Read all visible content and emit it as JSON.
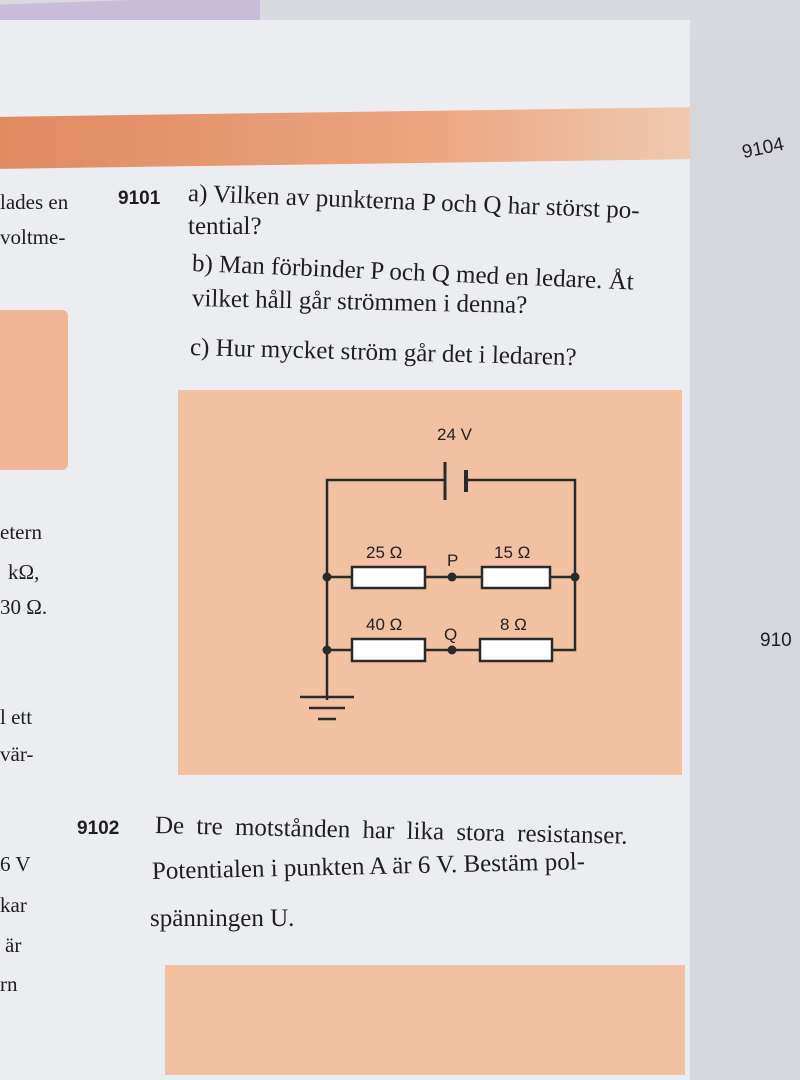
{
  "left_margin": [
    "lades en",
    "voltme-",
    "etern",
    "kΩ,",
    "30 Ω.",
    "l ett",
    "vär-",
    "6 V",
    "kar",
    "är",
    "rn"
  ],
  "right_margin": {
    "label_top": "9104",
    "label_mid": "910"
  },
  "problem_9101": {
    "number": "9101",
    "a_line1": "a) Vilken av punkterna P och Q har störst po-",
    "a_line2": "tential?",
    "b_line1": "b) Man förbinder P och Q med en ledare. Åt",
    "b_line2": "vilket håll går strömmen i denna?",
    "c_line1": "c) Hur mycket ström går det i ledaren?"
  },
  "circuit": {
    "voltage": "24 V",
    "r1": "25 Ω",
    "r2": "15 Ω",
    "r3": "40 Ω",
    "r4": "8 Ω",
    "node_p": "P",
    "node_q": "Q"
  },
  "problem_9102": {
    "number": "9102",
    "line1": "De tre motstånden har lika stora resistanser.",
    "line2": "Potentialen i punkten A är 6 V. Bestäm pol-",
    "line3": "spänningen U."
  }
}
